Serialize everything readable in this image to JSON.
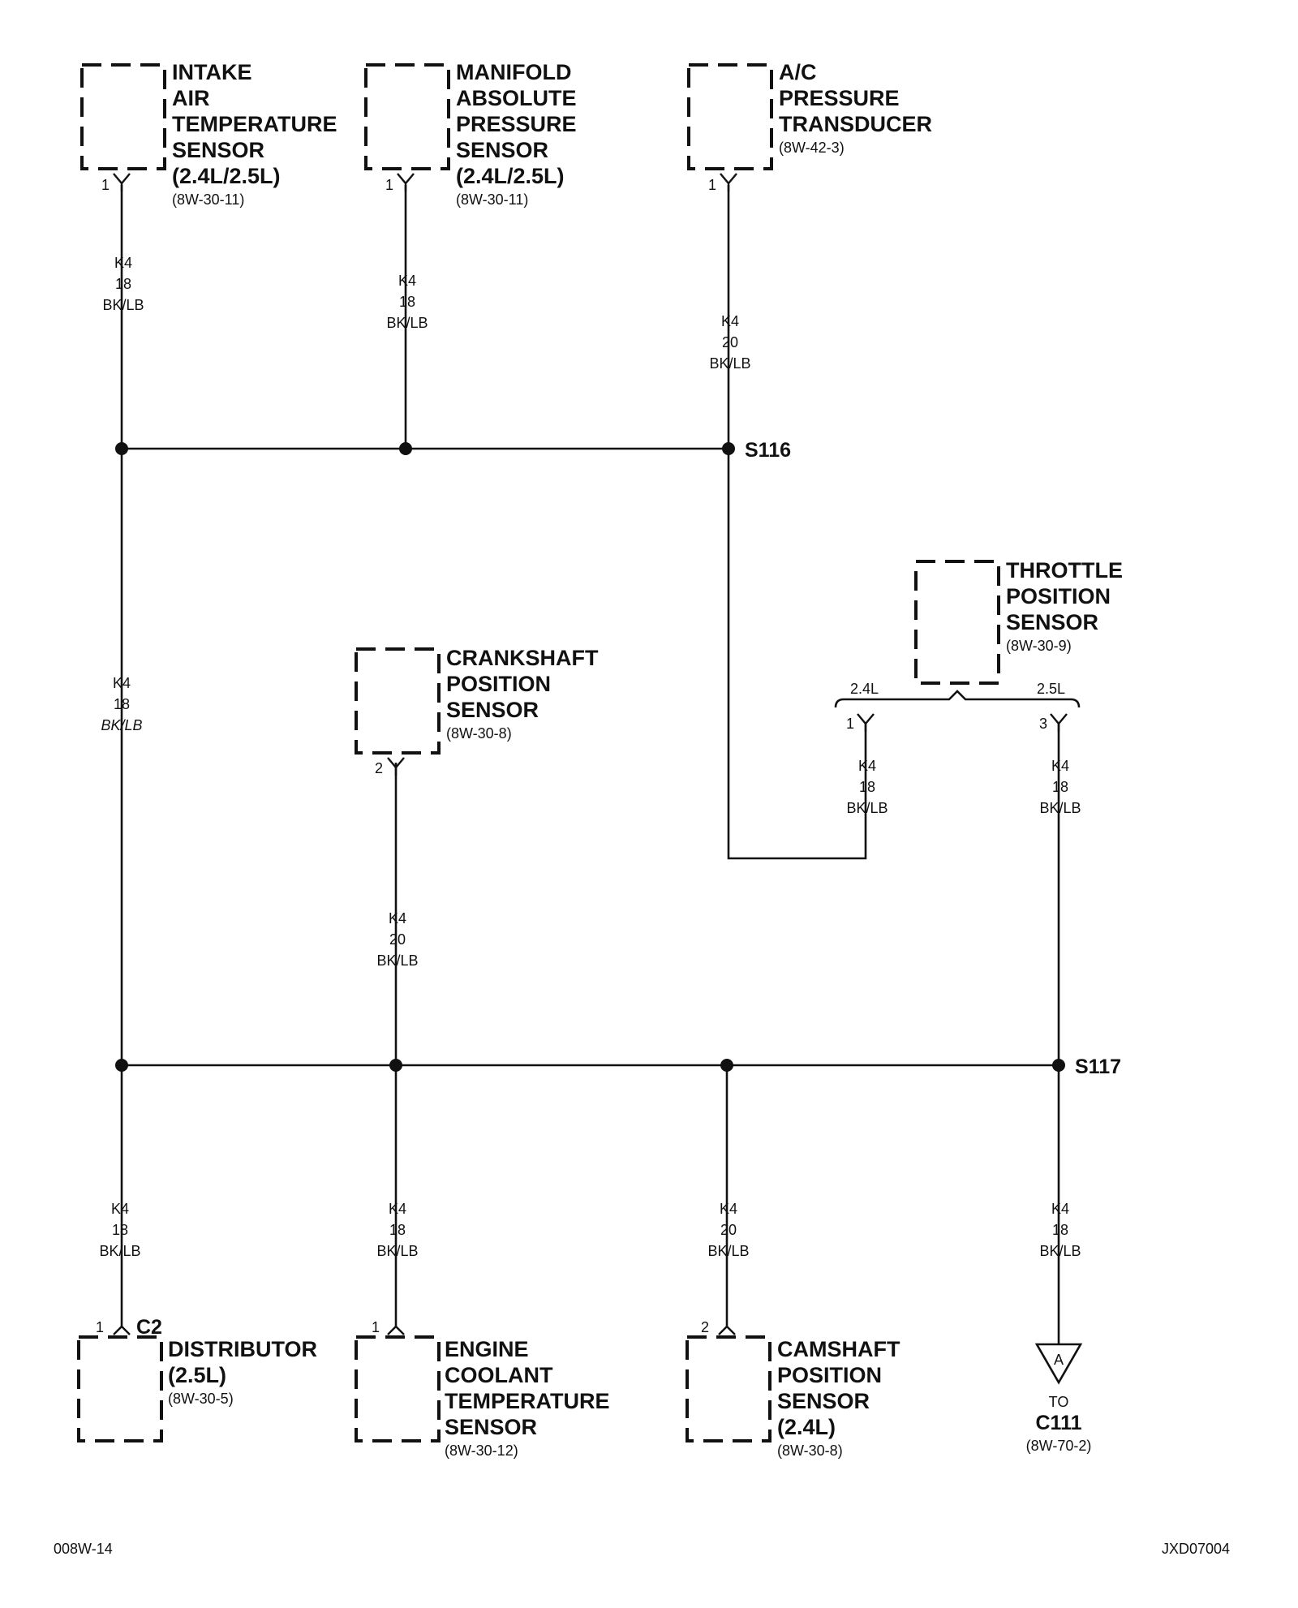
{
  "components": {
    "iat": {
      "lines": [
        "INTAKE",
        "AIR",
        "TEMPERATURE",
        "SENSOR",
        "(2.4L/2.5L)"
      ],
      "ref": "(8W-30-11)",
      "pin": "1"
    },
    "map": {
      "lines": [
        "MANIFOLD",
        "ABSOLUTE",
        "PRESSURE",
        "SENSOR",
        "(2.4L/2.5L)"
      ],
      "ref": "(8W-30-11)",
      "pin": "1"
    },
    "ac": {
      "lines": [
        "A/C",
        "PRESSURE",
        "TRANSDUCER"
      ],
      "ref": "(8W-42-3)",
      "pin": "1"
    },
    "tps": {
      "lines": [
        "THROTTLE",
        "POSITION",
        "SENSOR"
      ],
      "ref": "(8W-30-9)",
      "variant_a": "2.4L",
      "variant_b": "2.5L",
      "pin_a": "1",
      "pin_b": "3"
    },
    "ckp": {
      "lines": [
        "CRANKSHAFT",
        "POSITION",
        "SENSOR"
      ],
      "ref": "(8W-30-8)",
      "pin": "2"
    },
    "dist": {
      "lines": [
        "DISTRIBUTOR",
        "(2.5L)"
      ],
      "ref": "(8W-30-5)",
      "pin": "1",
      "connector": "C2"
    },
    "ect": {
      "lines": [
        "ENGINE",
        "COOLANT",
        "TEMPERATURE",
        "SENSOR"
      ],
      "ref": "(8W-30-12)",
      "pin": "1"
    },
    "cmp": {
      "lines": [
        "CAMSHAFT",
        "POSITION",
        "SENSOR",
        "(2.4L)"
      ],
      "ref": "(8W-30-8)",
      "pin": "2"
    }
  },
  "wires": {
    "iat": [
      "K4",
      "18",
      "BK/LB"
    ],
    "map": [
      "K4",
      "18",
      "BK/LB"
    ],
    "ac": [
      "K4",
      "20",
      "BK/LB"
    ],
    "left_trunk": [
      "K4",
      "18",
      "BK/LB"
    ],
    "tps_a": [
      "K4",
      "18",
      "BK/LB"
    ],
    "tps_b": [
      "K4",
      "18",
      "BK/LB"
    ],
    "ckp": [
      "K4",
      "20",
      "BK/LB"
    ],
    "dist": [
      "K4",
      "18",
      "BK/LB"
    ],
    "ect": [
      "K4",
      "18",
      "BK/LB"
    ],
    "cmp": [
      "K4",
      "20",
      "BK/LB"
    ],
    "c111": [
      "K4",
      "18",
      "BK/LB"
    ]
  },
  "splices": {
    "s116": "S116",
    "s117": "S117"
  },
  "destination": {
    "symbol": "A",
    "to": "TO",
    "connector": "C111",
    "ref": "(8W-70-2)"
  },
  "footer": {
    "left": "008W-14",
    "right": "JXD07004"
  }
}
